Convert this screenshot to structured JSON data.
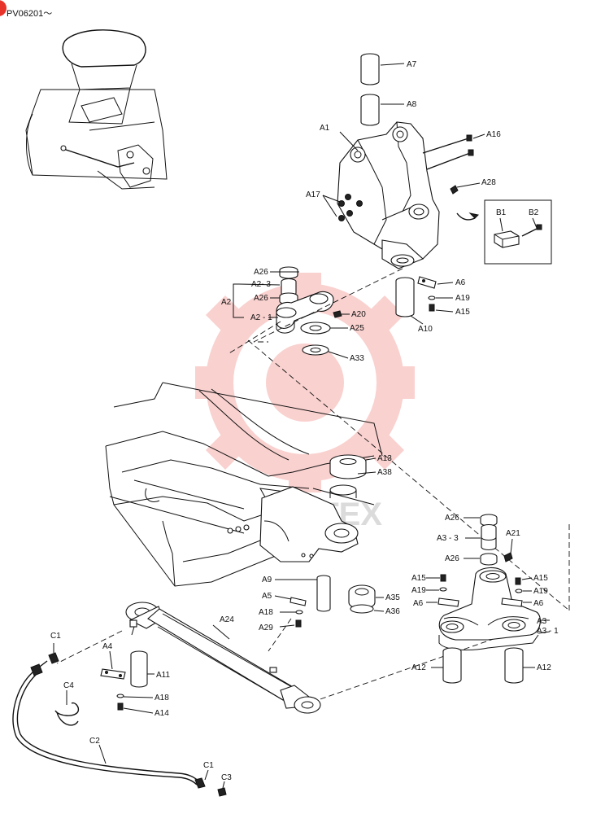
{
  "header": {
    "serial": "PV06201～"
  },
  "watermark": {
    "text": "MHTEX",
    "color": "#e8332a"
  },
  "labels": {
    "A1": "A1",
    "A2": "A2",
    "A2_1": "A2 - 1",
    "A2_3": "A2- 3",
    "A3": "A3",
    "A3_1": "A3 - 1",
    "A3_3": "A3 - 3",
    "A4": "A4",
    "A5": "A5",
    "A6": "A6",
    "A7": "A7",
    "A8": "A8",
    "A9": "A9",
    "A10": "A10",
    "A11": "A11",
    "A12": "A12",
    "A13": "A13",
    "A14": "A14",
    "A15": "A15",
    "A16": "A16",
    "A17": "A17",
    "A18": "A18",
    "A19": "A19",
    "A20": "A20",
    "A21": "A21",
    "A24": "A24",
    "A25": "A25",
    "A26": "A26",
    "A28": "A28",
    "A29": "A29",
    "A33": "A33",
    "A35": "A35",
    "A36": "A36",
    "A38": "A38",
    "B1": "B1",
    "B2": "B2",
    "C1": "C1",
    "C2": "C2",
    "C3": "C3",
    "C4": "C4"
  }
}
